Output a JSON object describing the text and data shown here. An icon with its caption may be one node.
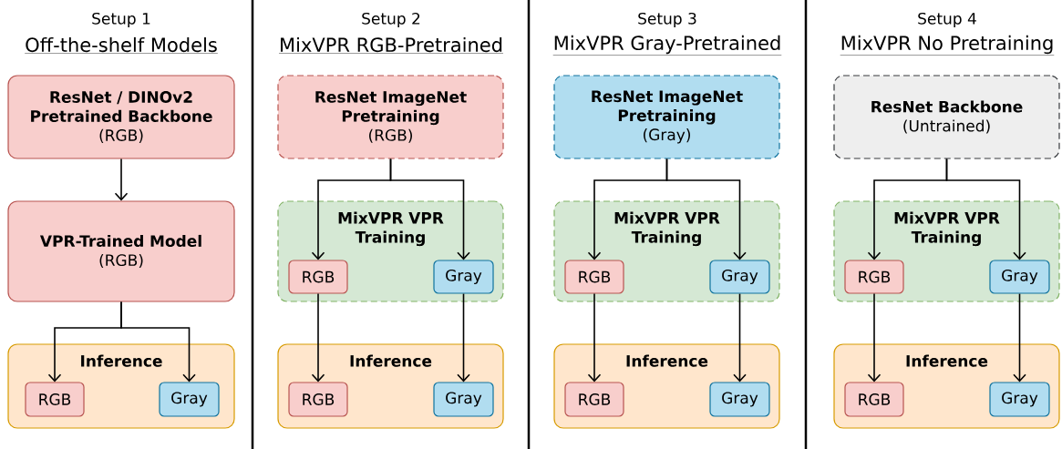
{
  "diagram": {
    "nodes": [
      {
        "text": [
          "ResNet / DINOv2 Pretrained Backbone",
          "(RGB)"
        ]
      },
      {
        "text": [
          "VPR-Trained Model",
          "(RGB)"
        ]
      },
      {
        "text": [
          "Inference"
        ]
      },
      {
        "text": [
          "RGB"
        ],
        "in": 2
      },
      {
        "text": [
          "Gray"
        ],
        "in": 2
      },
      {
        "text": [
          "ResNet ImageNet Pretraining",
          "(RGB)"
        ]
      },
      {
        "text": [
          "MixVPR VPR Training"
        ]
      },
      {
        "text": [
          "RGB"
        ],
        "in": 6
      },
      {
        "text": [
          "Gray"
        ],
        "in": 6
      },
      {
        "text": [
          "Inference"
        ]
      },
      {
        "text": [
          "RGB"
        ],
        "in": 9
      },
      {
        "text": [
          "Gray"
        ],
        "in": 9
      },
      {
        "text": [
          "ResNet ImageNet Pretraining",
          "(Gray)"
        ]
      },
      {
        "text": [
          "MixVPR VPR Training"
        ]
      },
      {
        "text": [
          "RGB"
        ],
        "in": 13
      },
      {
        "text": [
          "Gray"
        ],
        "in": 13
      },
      {
        "text": [
          "Inference"
        ]
      },
      {
        "text": [
          "RGB"
        ],
        "in": 16
      },
      {
        "text": [
          "Gray"
        ],
        "in": 16
      },
      {
        "text": [
          "ResNet Backbone",
          "(Untrained)"
        ]
      },
      {
        "text": [
          "MixVPR VPR Training"
        ]
      },
      {
        "text": [
          "RGB"
        ],
        "in": 20
      },
      {
        "text": [
          "Gray"
        ],
        "in": 20
      },
      {
        "text": [
          "Inference"
        ]
      },
      {
        "text": [
          "RGB"
        ],
        "in": 23
      },
      {
        "text": [
          "Gray"
        ],
        "in": 23
      }
    ],
    "edges": [
      {
        "from": 0,
        "to": 1,
        "arrow": "to"
      },
      {
        "from": 1,
        "to": 3,
        "arrow": "to"
      },
      {
        "from": 1,
        "to": 4,
        "arrow": "to"
      },
      {
        "from": 5,
        "to": 7,
        "arrow": "to"
      },
      {
        "from": 5,
        "to": 8,
        "arrow": "to"
      },
      {
        "from": 7,
        "to": 10,
        "arrow": "to"
      },
      {
        "from": 8,
        "to": 11,
        "arrow": "to"
      },
      {
        "from": 12,
        "to": 14,
        "arrow": "to"
      },
      {
        "from": 12,
        "to": 15,
        "arrow": "to"
      },
      {
        "from": 14,
        "to": 17,
        "arrow": "to"
      },
      {
        "from": 15,
        "to": 18,
        "arrow": "to"
      },
      {
        "from": 19,
        "to": 21,
        "arrow": "to"
      },
      {
        "from": 19,
        "to": 22,
        "arrow": "to"
      },
      {
        "from": 21,
        "to": 24,
        "arrow": "to"
      },
      {
        "from": 22,
        "to": 25,
        "arrow": "to"
      }
    ],
    "labels": [
      "Setup 1",
      "Off-the-shelf Models",
      "Setup 2",
      "MixVPR RGB-Pretrained",
      "Setup 3",
      "MixVPR Gray-Pretrained",
      "Setup 4",
      "MixVPR No Pretraining"
    ]
  }
}
